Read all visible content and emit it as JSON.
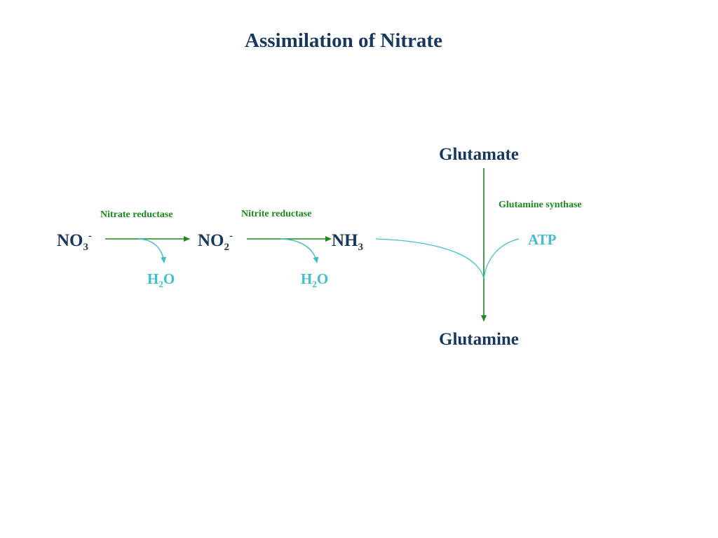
{
  "title": "Assimilation of Nitrate",
  "compounds": {
    "nitrate": {
      "base": "NO",
      "sub": "3",
      "sup": "-"
    },
    "nitrite": {
      "base": "NO",
      "sub": "2",
      "sup": "-"
    },
    "ammonia": {
      "base": "NH",
      "sub": "3"
    },
    "glutamate": "Glutamate",
    "glutamine": "Glutamine"
  },
  "enzymes": {
    "nitrate_reductase": "Nitrate reductase",
    "nitrite_reductase": "Nitrite reductase",
    "glutamine_synthase": "Glutamine synthase"
  },
  "byproducts": {
    "water_1": {
      "base_h": "H",
      "sub": "2",
      "base_o": "O"
    },
    "water_2": {
      "base_h": "H",
      "sub": "2",
      "base_o": "O"
    },
    "atp": "ATP"
  },
  "colors": {
    "title": "#17375e",
    "compound": "#17375e",
    "enzyme": "#1b8a1b",
    "main_arrow": "#1b8a1b",
    "byproduct": "#3fbfc9"
  }
}
